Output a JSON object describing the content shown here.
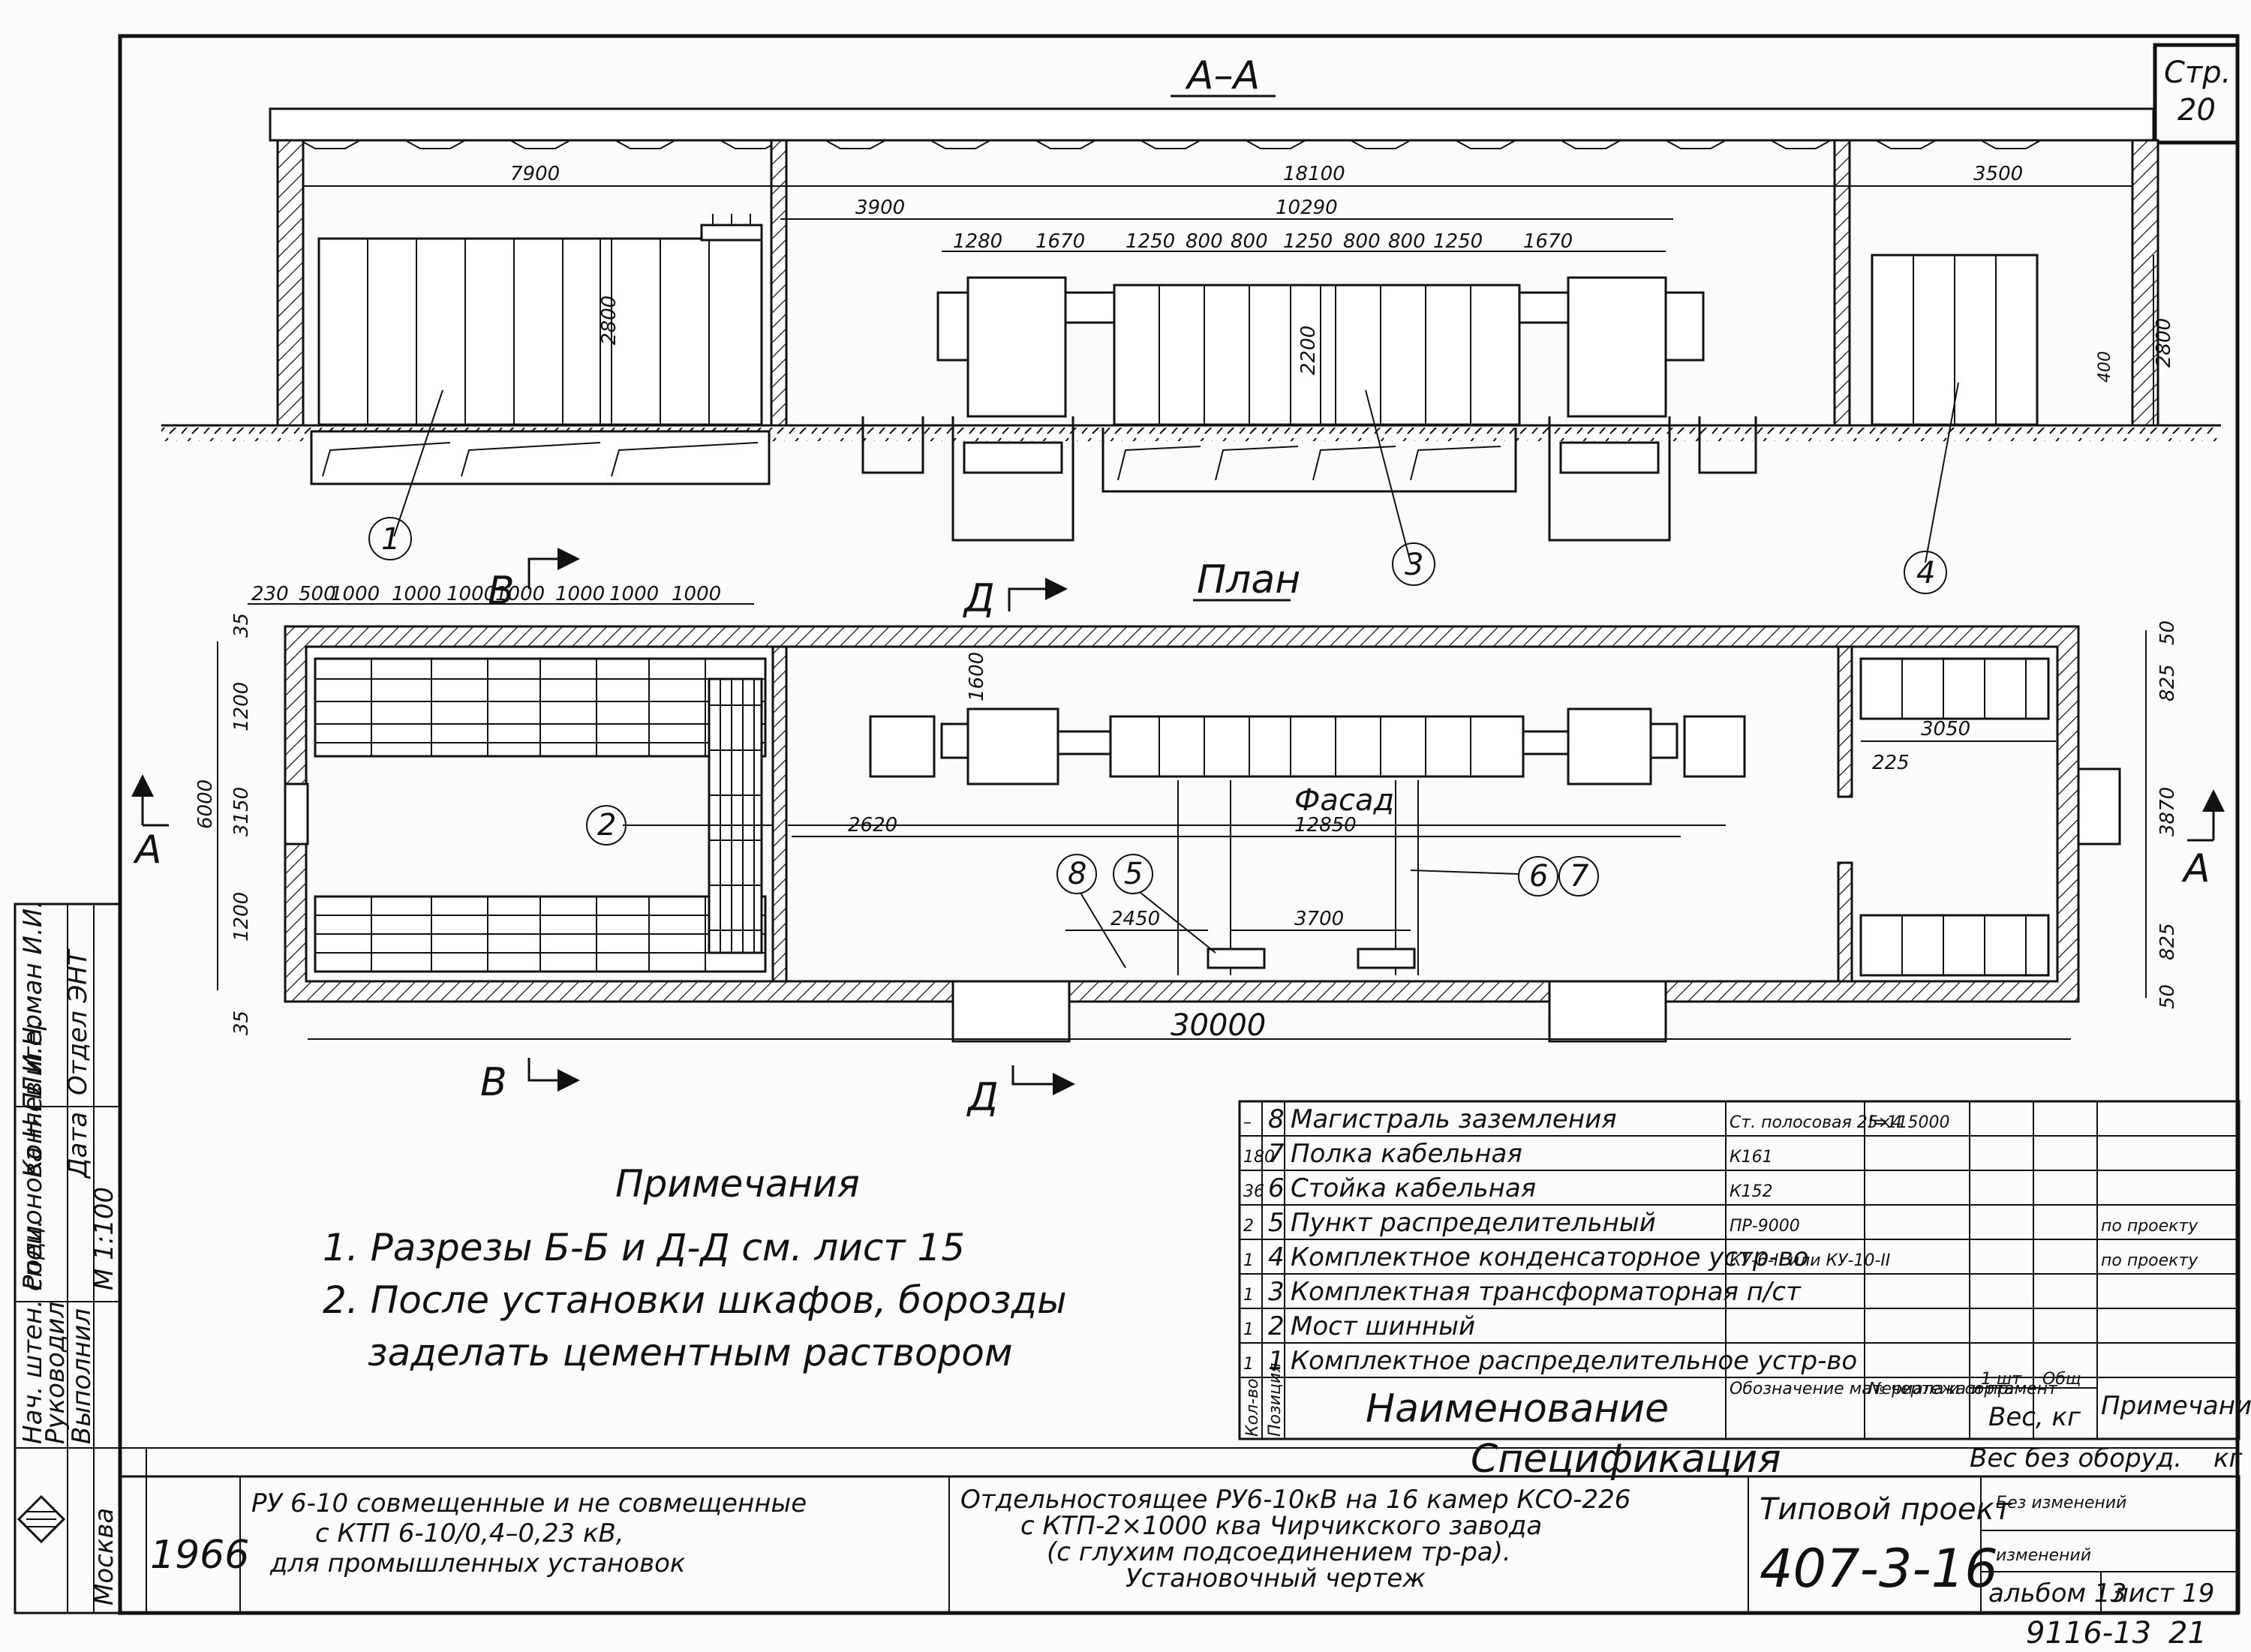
{
  "sheet": {
    "page_label": "Стр.",
    "page_number": "20",
    "section_title": "А–А",
    "plan_title": "План",
    "cut_marks": {
      "a": "А",
      "v": "В",
      "d": "Д"
    },
    "bottom_stamp": "9116-13",
    "bottom_stamp_page": "21"
  },
  "section_dims": {
    "d7900": "7900",
    "d18100": "18100",
    "d3500": "3500",
    "d3900": "3900",
    "d10290": "10290",
    "row": [
      "1280",
      "1670",
      "1250",
      "800",
      "800",
      "1250",
      "800",
      "800",
      "1250",
      "1670"
    ],
    "h2800a": "2800",
    "h2200": "2200",
    "h2800b": "2800",
    "h400": "400"
  },
  "plan_dims": {
    "top_row": [
      "230",
      "500",
      "1000",
      "1000",
      "1000",
      "1000",
      "1000",
      "1000",
      "1000"
    ],
    "left": {
      "d35a": "35",
      "d1200a": "1200",
      "d6000": "6000",
      "d3150": "3150",
      "d1200b": "1200",
      "d35b": "35"
    },
    "right": {
      "d50a": "50",
      "d825a": "825",
      "d3870": "3870",
      "d825b": "825",
      "d50b": "50"
    },
    "d1600": "1600",
    "d3050": "3050",
    "d225": "225",
    "d2620": "2620",
    "facade": "Фасад",
    "d12850": "12850",
    "d2450": "2450",
    "d3700": "3700",
    "d30000": "30000"
  },
  "callouts": {
    "c1": "1",
    "c2": "2",
    "c3": "3",
    "c4": "4",
    "c5": "5",
    "c6": "6",
    "c7": "7",
    "c8": "8"
  },
  "notes": {
    "title": "Примечания",
    "line1": "1. Разрезы Б-Б и Д-Д см. лист 15",
    "line2": "2. После установки шкафов, борозды",
    "line3": "заделать цементным раствором"
  },
  "spec": {
    "rows": [
      {
        "qty": "–",
        "pos": "8",
        "name": "Магистраль заземления",
        "material": "Ст. полосовая 25×4",
        "extra": "l=115000",
        "note": ""
      },
      {
        "qty": "180",
        "pos": "7",
        "name": "Полка кабельная",
        "material": "К161",
        "extra": "",
        "note": ""
      },
      {
        "qty": "36",
        "pos": "6",
        "name": "Стойка кабельная",
        "material": "К152",
        "extra": "",
        "note": ""
      },
      {
        "qty": "2",
        "pos": "5",
        "name": "Пункт распределительный",
        "material": "ПР-9000",
        "extra": "",
        "note": "по проекту"
      },
      {
        "qty": "1",
        "pos": "4",
        "name": "Комплектное конденсаторное устр-во",
        "material": "КУ-6-II или КУ-10-II",
        "extra": "",
        "note": "по проекту"
      },
      {
        "qty": "1",
        "pos": "3",
        "name": "Комплектная трансформаторная п/ст",
        "material": "",
        "extra": "",
        "note": ""
      },
      {
        "qty": "1",
        "pos": "2",
        "name": "Мост шинный",
        "material": "",
        "extra": "",
        "note": ""
      },
      {
        "qty": "1",
        "pos": "1",
        "name": "Комплектное распределительное устр-во",
        "material": "",
        "extra": "",
        "note": ""
      }
    ],
    "head_qty": "Кол-во",
    "head_pos": "Позиция",
    "head_name": "Наименование",
    "head_material": "Обозначение материала и сортамент",
    "head_drawing": "№ чертежа и пр.",
    "head_weight_unit": "1 шт",
    "head_weight_total": "Общ",
    "head_weight": "Вес, кг",
    "head_note": "Примечание",
    "title": "Спецификация",
    "weight_line": "Вес без оборуд.",
    "weight_unit": "кг"
  },
  "title_block": {
    "roles": [
      "Нач. штен. спец.",
      "Руководил",
      "Выполнил"
    ],
    "names": [
      "Лигерман И.И.",
      "Коняев И.Н.",
      "Родионова Н.П."
    ],
    "dept": "Отдел ЭНТ",
    "date_label": "Дата",
    "scale": "М 1:100",
    "city": "Москва",
    "year": "1966",
    "series_title": [
      "РУ 6-10 совмещенные и не совмещенные",
      "с КТП 6-10/0,4–0,23 кВ,",
      "для промышленных установок"
    ],
    "sheet_title": [
      "Отдельностоящее РУ6-10кВ на 16 камер КСО-226",
      "с КТП-2×1000 ква Чирчикского завода",
      "(с глухим подсоединением тр-ра).",
      "Установочный чертеж"
    ],
    "project_label": "Типовой проект",
    "project_number": "407-3-16",
    "change1": "Без изменений",
    "change2": "изменений",
    "album": "альбом 13",
    "sheet": "лист 19"
  }
}
